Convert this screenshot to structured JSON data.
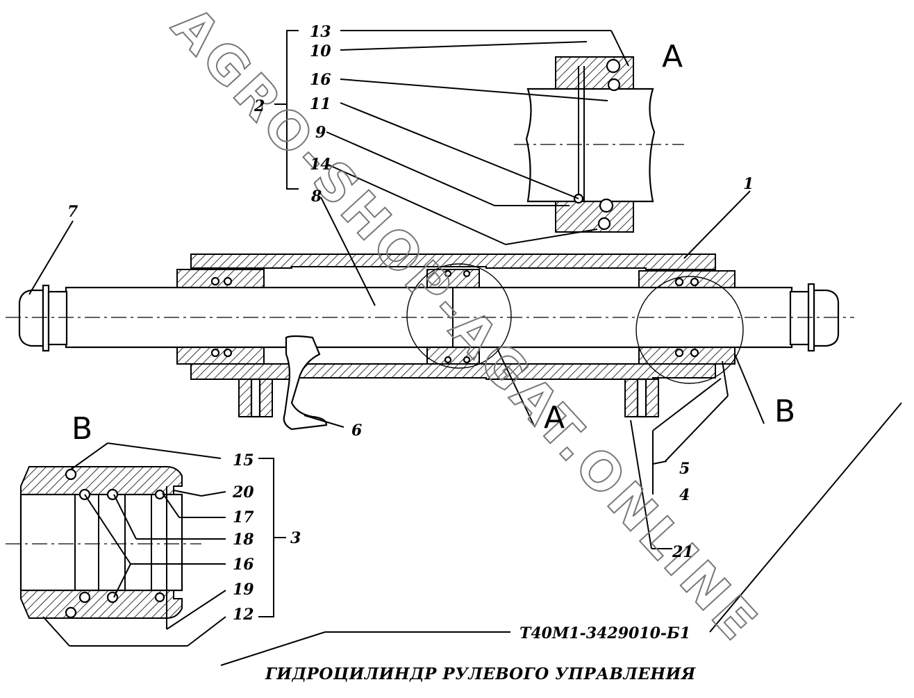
{
  "watermark": "AGRO-SHOP-AGAT.ONLINE",
  "part_number": "Т40М1-3429010-Б1",
  "title": "ГИДРОЦИЛИНДР РУЛЕВОГО УПРАВЛЕНИЯ",
  "view_labels": {
    "detail_a": "A",
    "detail_b": "B",
    "circle_a": "A",
    "circle_b": "B"
  },
  "callouts_a": {
    "c13": "13",
    "c10": "10",
    "c16": "16",
    "c11": "11",
    "c9": "9",
    "c14": "14",
    "c8": "8",
    "c2": "2"
  },
  "callouts_main": {
    "c1": "1",
    "c7": "7",
    "c6": "6",
    "c5": "5",
    "c4": "4",
    "c21": "21"
  },
  "callouts_b": {
    "c15": "15",
    "c20": "20",
    "c17": "17",
    "c18": "18",
    "c3": "3",
    "c16": "16",
    "c19": "19",
    "c12": "12"
  }
}
